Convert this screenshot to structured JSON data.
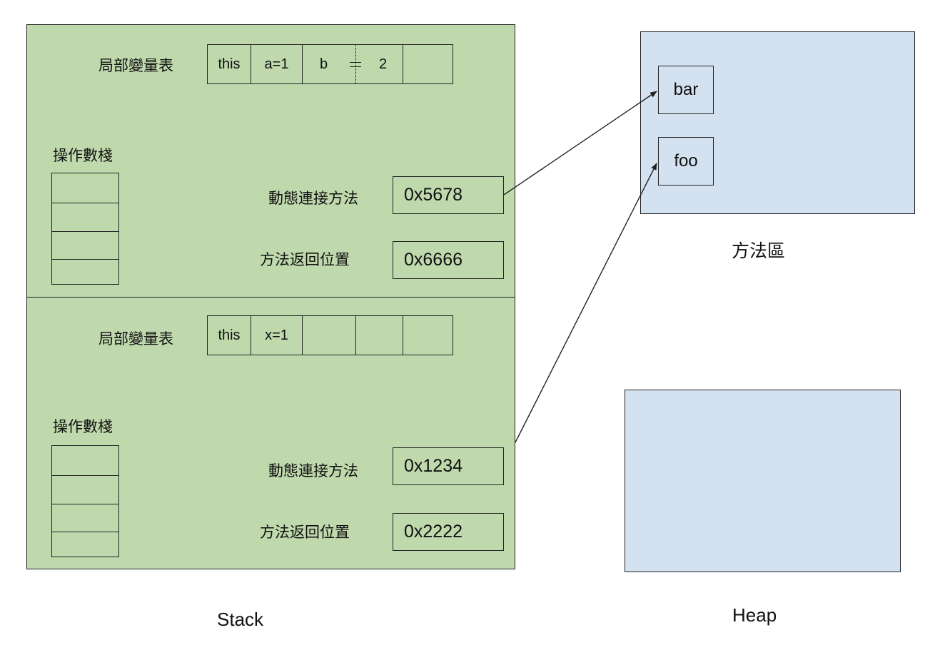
{
  "stack": {
    "caption": "Stack",
    "frames": [
      {
        "locals_label": "局部變量表",
        "locals": [
          "this",
          "a=1",
          "b",
          "2",
          ""
        ],
        "operand_stack_label": "操作數棧",
        "dynamic_link_label": "動態連接方法",
        "dynamic_link_value": "0x5678",
        "return_address_label": "方法返回位置",
        "return_address_value": "0x6666"
      },
      {
        "locals_label": "局部變量表",
        "locals": [
          "this",
          "x=1",
          "",
          "",
          ""
        ],
        "operand_stack_label": "操作數棧",
        "dynamic_link_label": "動態連接方法",
        "dynamic_link_value": "0x1234",
        "return_address_label": "方法返回位置",
        "return_address_value": "0x2222"
      }
    ]
  },
  "method_area": {
    "caption": "方法區",
    "methods": [
      "bar",
      "foo"
    ]
  },
  "heap": {
    "caption": "Heap"
  },
  "colors": {
    "stack_fill": "#bfd9ad",
    "region_fill": "#d3e1f1",
    "stroke": "#222222"
  }
}
